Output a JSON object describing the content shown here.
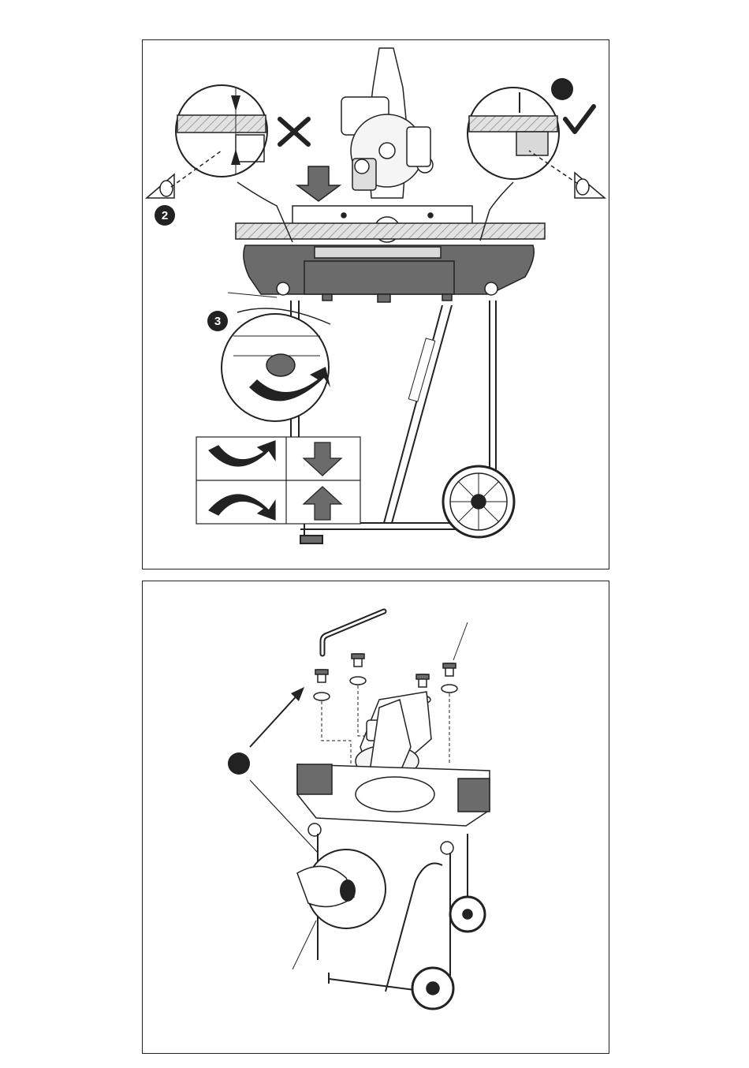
{
  "figure_top": {
    "step_badges": [
      "2",
      "3"
    ],
    "callout_left": {
      "status": "incorrect",
      "icon": "cross-icon"
    },
    "callout_right": {
      "status": "correct",
      "icon": "check-icon"
    },
    "adjustment_legend": [
      {
        "rotation": "clockwise",
        "direction": "down"
      },
      {
        "rotation": "counterclockwise",
        "direction": "up"
      }
    ],
    "colors": {
      "line": "#222222",
      "gray_fill": "#6b6b6b",
      "light_fill": "#d9d9d9",
      "hatch": "#9a9a9a"
    }
  },
  "figure_bottom": {
    "parts": [
      "hex-key",
      "bolt",
      "washer"
    ],
    "bolt_count": 4,
    "washer_count": 4
  }
}
